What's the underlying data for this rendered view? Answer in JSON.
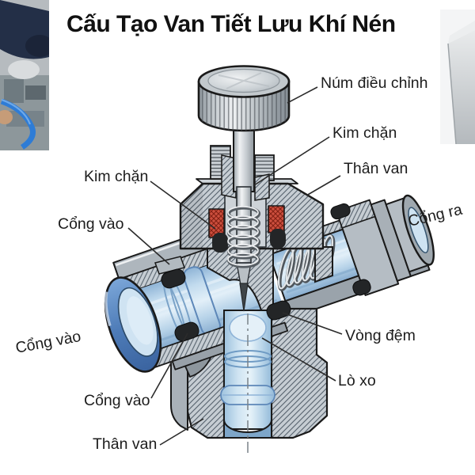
{
  "title": "Cấu Tạo Van Tiết Lưu Khí Nén",
  "labels": {
    "num_dieu_chinh": "Núm điều chỉnh",
    "kim_chan_right": "Kim chặn",
    "than_van_right": "Thân van",
    "kim_chan_left": "Kim chặn",
    "cong_vao_left": "Cổng vào",
    "cong_vao_bottom_left": "Cổng vào",
    "cong_vao_bottom_center": "Cổng vào",
    "than_van_bottom": "Thân van",
    "cong_ra": "Cổng ra",
    "vong_dem": "Vòng đệm",
    "lo_xo": "Lò xo"
  },
  "colors": {
    "outline": "#1a1a1a",
    "metal_light": "#c6cdd3",
    "hatch_line": "#55616c",
    "bore_blue_light": "#e2eff8",
    "bore_blue_mid": "#b6d2e8",
    "ring_blue": "#4e7cb8",
    "packing_red": "#cd4f3e",
    "seal_black": "#232527",
    "label_text": "#1c1c1c"
  }
}
